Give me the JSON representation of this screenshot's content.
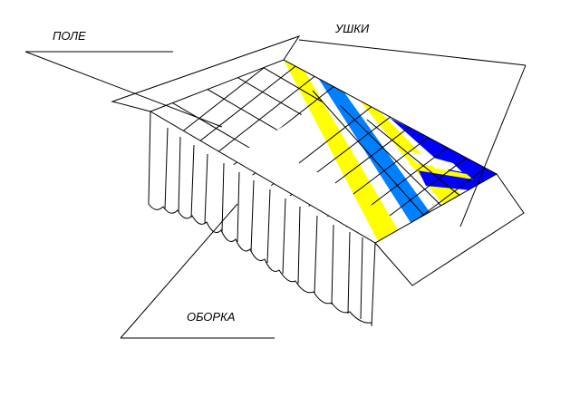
{
  "labels": {
    "field": "ПОЛЕ",
    "ears": "УШКИ",
    "ruffle": "ОБОРКА"
  },
  "colors": {
    "line": "#000000",
    "stripe_yellow": "#ffff00",
    "stripe_light_blue": "#0080ff",
    "stripe_dark_blue": "#0000ff",
    "background": "#ffffff"
  }
}
